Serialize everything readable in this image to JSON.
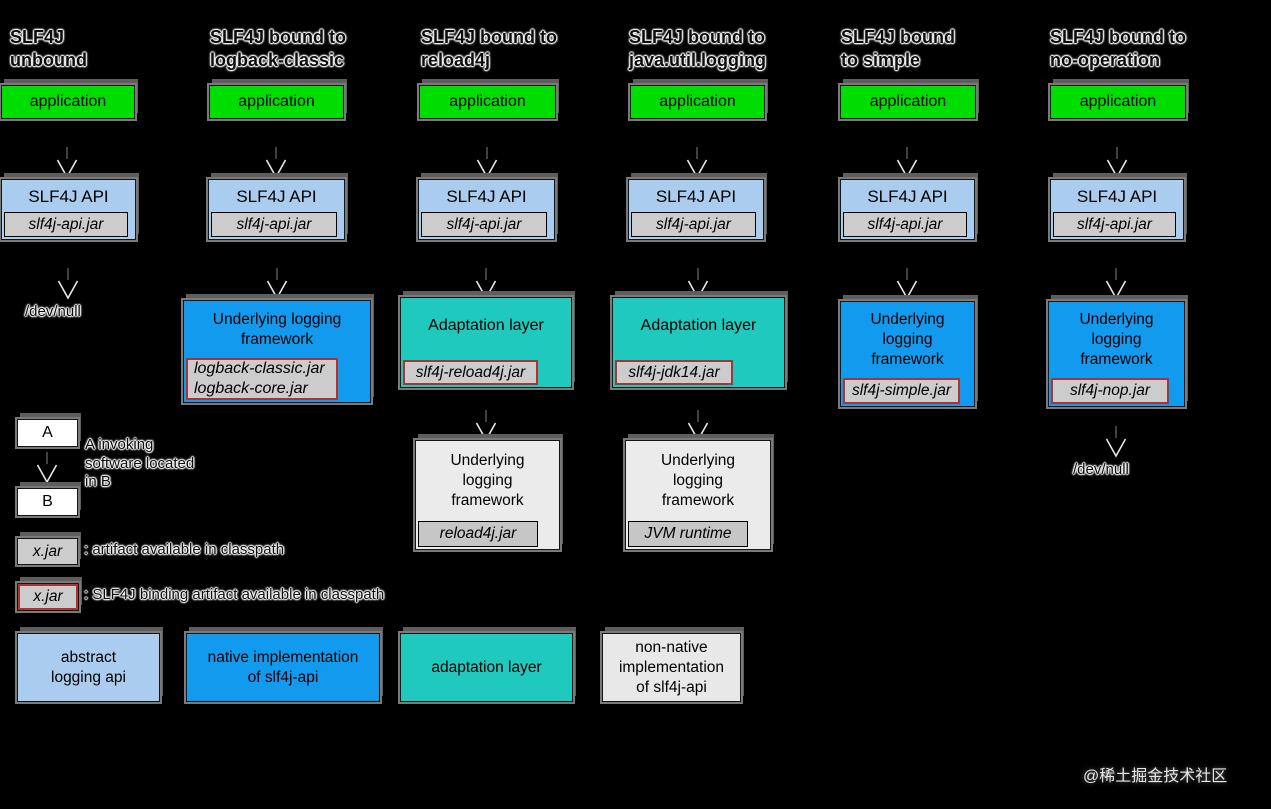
{
  "columns": [
    {
      "title": "SLF4J\nunbound",
      "application": "application",
      "api": "SLF4J API",
      "api_jar": "slf4j-api.jar",
      "sink": "/dev/null"
    },
    {
      "title": "SLF4J bound to\nlogback-classic",
      "application": "application",
      "api": "SLF4J API",
      "api_jar": "slf4j-api.jar",
      "binding": {
        "title": "Underlying logging\nframework",
        "jars": "logback-classic.jar\nlogback-core.jar"
      }
    },
    {
      "title": "SLF4J bound to\nreload4j",
      "application": "application",
      "api": "SLF4J API",
      "api_jar": "slf4j-api.jar",
      "binding": {
        "title": "Adaptation layer",
        "jars": "slf4j-reload4j.jar"
      },
      "underlying": {
        "title": "Underlying\nlogging\nframework",
        "jars": "reload4j.jar"
      }
    },
    {
      "title": "SLF4J bound to\njava.util.logging",
      "application": "application",
      "api": "SLF4J API",
      "api_jar": "slf4j-api.jar",
      "binding": {
        "title": "Adaptation layer",
        "jars": "slf4j-jdk14.jar"
      },
      "underlying": {
        "title": "Underlying\nlogging\nframework",
        "jars": "JVM runtime"
      }
    },
    {
      "title": "SLF4J bound\nto simple",
      "application": "application",
      "api": "SLF4J API",
      "api_jar": "slf4j-api.jar",
      "binding": {
        "title": "Underlying\nlogging\nframework",
        "jars": "slf4j-simple.jar"
      }
    },
    {
      "title": "SLF4J bound to\nno-operation",
      "application": "application",
      "api": "SLF4J API",
      "api_jar": "slf4j-api.jar",
      "binding": {
        "title": "Underlying\nlogging\nframework",
        "jars": "slf4j-nop.jar"
      },
      "sink": "/dev/null"
    }
  ],
  "legend": {
    "a": "A",
    "b": "B",
    "invoking": "A invoking\nsoftware located\nin B",
    "xjar": "x.jar",
    "artifact_note": ": artifact available in classpath",
    "binding_note": ": SLF4J binding artifact available in classpath",
    "types": [
      {
        "label": "abstract\nlogging api",
        "color": "#aaccee"
      },
      {
        "label": "native implementation\nof slf4j-api",
        "color": "#119aee"
      },
      {
        "label": "adaptation layer",
        "color": "#20c9bd"
      },
      {
        "label": "non-native\nimplementation\nof slf4j-api",
        "color": "#e8e8e8"
      }
    ]
  },
  "watermark": "@稀土掘金技术社区",
  "colors": {
    "background": "#000000",
    "application": "#00dd00",
    "slf4j_api": "#aaccee",
    "native_impl": "#119aee",
    "adaptation": "#20c9bd",
    "non_native": "#ebebeb",
    "jar_label": "#cccccc",
    "binding_border": "#aa3333",
    "shadow": "#5e5e5e"
  }
}
